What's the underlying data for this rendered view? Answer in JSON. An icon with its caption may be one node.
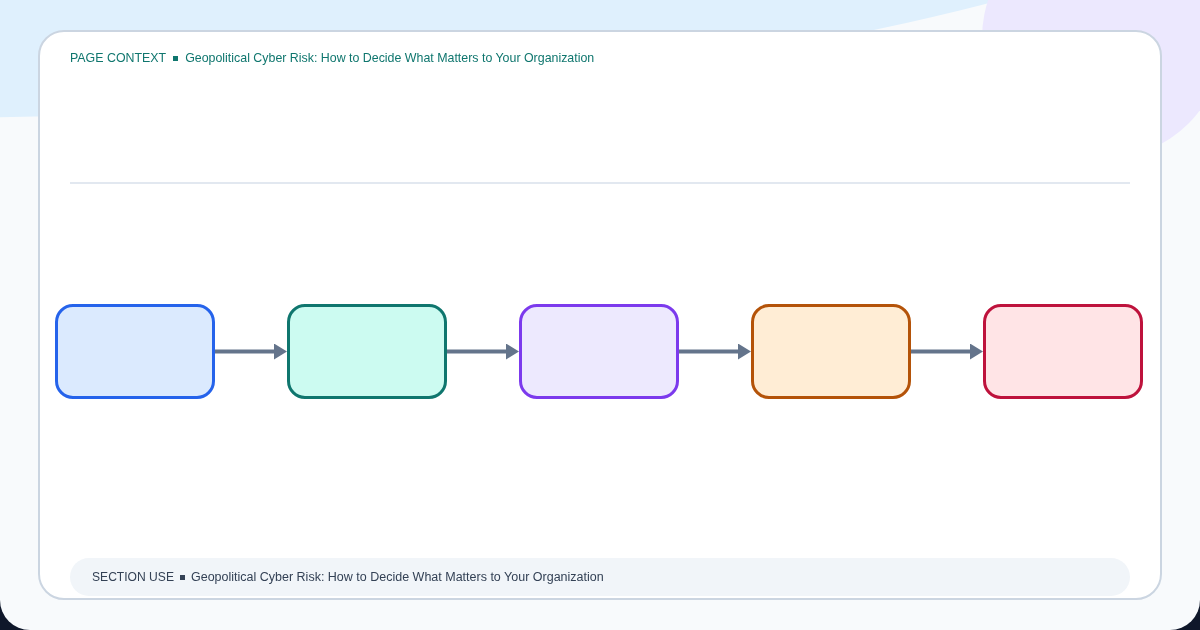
{
  "diagram": {
    "nodes": [
      {
        "text": [],
        "shape": "box"
      },
      {
        "text": [],
        "shape": "box"
      },
      {
        "text": [],
        "shape": "box"
      },
      {
        "text": [],
        "shape": "box"
      },
      {
        "text": [],
        "shape": "box"
      },
      {
        "text": [
          "SECTION USE",
          "Geopolitical Cyber Risk: How to Decide What Matters to Your Organization"
        ]
      }
    ],
    "edges": [
      {
        "from": 0,
        "to": 1,
        "arrow": "to"
      },
      {
        "from": 1,
        "to": 2,
        "arrow": "to"
      },
      {
        "from": 2,
        "to": 3,
        "arrow": "to"
      },
      {
        "from": 3,
        "to": 4,
        "arrow": "to"
      }
    ],
    "labels": [
      "PAGE CONTEXT",
      "Geopolitical Cyber Risk: How to Decide What Matters to Your Organization"
    ]
  }
}
